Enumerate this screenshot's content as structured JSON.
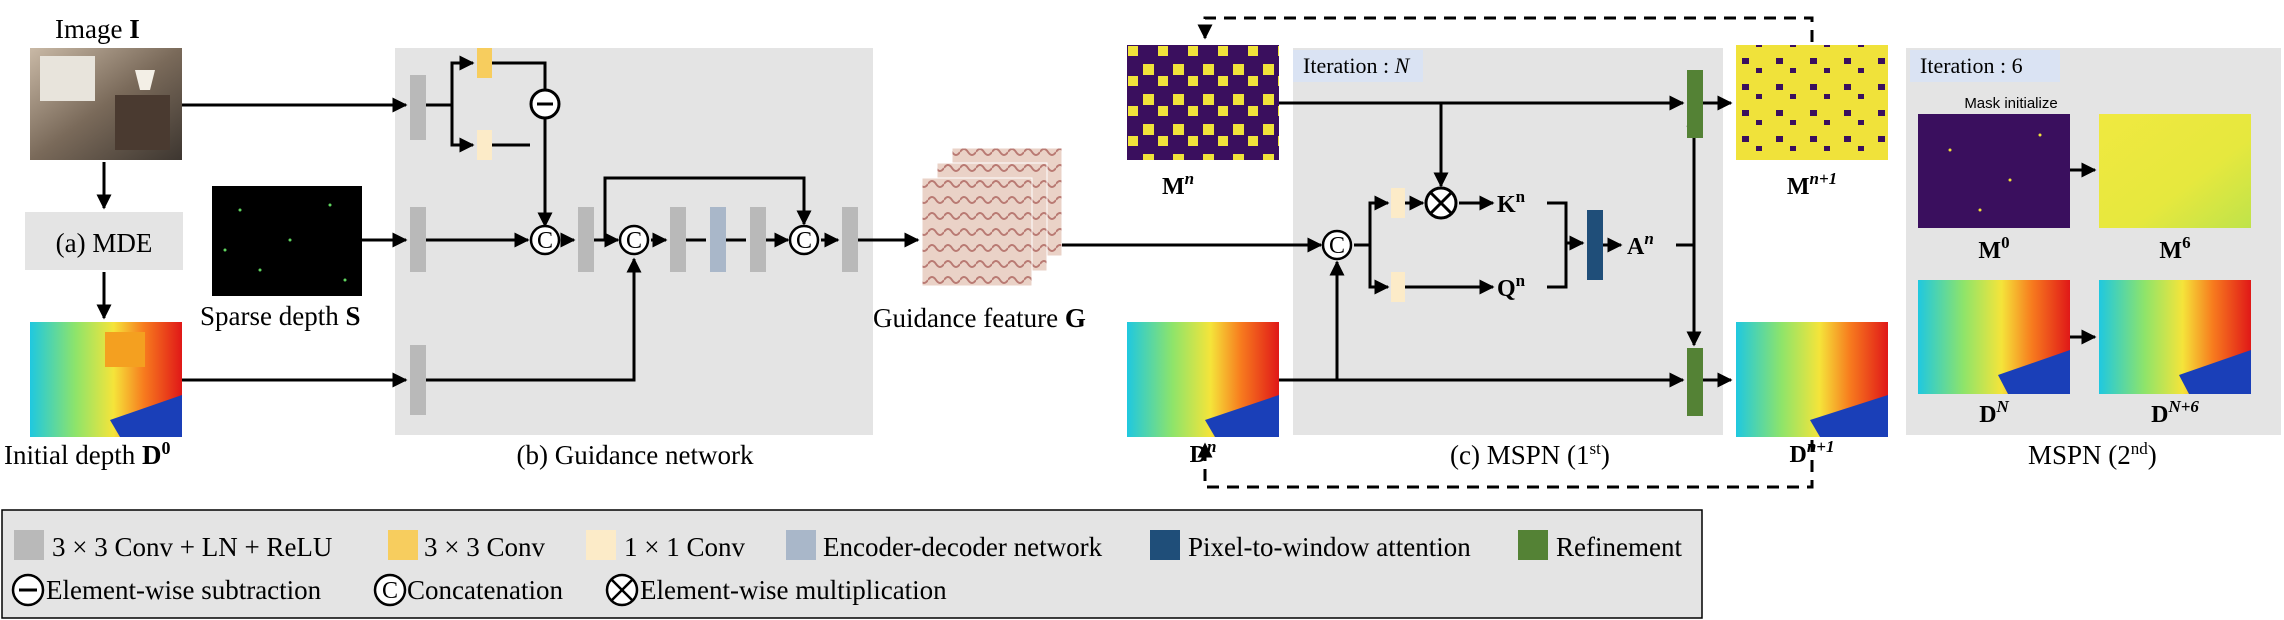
{
  "labels": {
    "image": "Image",
    "image_sym": "I",
    "mde": "(a) MDE",
    "initial_depth": "Initial depth",
    "initial_depth_sym": "D",
    "initial_depth_sup": "0",
    "sparse_depth": "Sparse depth",
    "sparse_depth_sym": "S",
    "guidance_network": "(b) Guidance network",
    "guidance_feature": "Guidance feature",
    "guidance_feature_sym": "G",
    "mspn1": "(c) MSPN  (1",
    "mspn1_sup": "st",
    "mspn1_close": ")",
    "mspn2": "MSPN (2",
    "mspn2_sup": "nd",
    "mspn2_close": ")",
    "iteration_n": "Iteration : ",
    "iteration_n_var": "N",
    "iteration_6": "Iteration : 6",
    "mask_initialize": "Mask initialize",
    "concat_symbol": "C",
    "mn": "M",
    "mn_sup": "n",
    "mn1": "M",
    "mn1_sup": "n+1",
    "dn": "D",
    "dn_sup": "n",
    "dn1": "D",
    "dn1_sup": "n+1",
    "kn": "K",
    "kn_sup": "n",
    "qn": "Q",
    "qn_sup": "n",
    "an": "A",
    "an_sup": "n",
    "m0": "M",
    "m0_sup": "0",
    "m6": "M",
    "m6_sup": "6",
    "dN": "D",
    "dN_sup": "N",
    "dN6": "D",
    "dN6_sup": "N+6"
  },
  "legend": {
    "row1": [
      {
        "label": "3 × 3 Conv + LN + ReLU",
        "color": "#b9b9b9"
      },
      {
        "label": "3 × 3 Conv",
        "color": "#f7cd5e"
      },
      {
        "label": "1 × 1 Conv",
        "color": "#fcebc8"
      },
      {
        "label": "Encoder-decoder network",
        "color": "#a9b7c9"
      },
      {
        "label": "Pixel-to-window attention",
        "color": "#1f4e79"
      },
      {
        "label": "Refinement",
        "color": "#548235"
      }
    ],
    "row2": [
      {
        "label": "Element-wise subtraction",
        "icon": "minus-circle"
      },
      {
        "label": "Concatenation",
        "icon": "concat-circle"
      },
      {
        "label": "Element-wise multiplication",
        "icon": "times-circle"
      }
    ]
  },
  "colors": {
    "panel": "#e4e4e4",
    "iteration_tag": "#dae3f3",
    "conv_ln_relu": "#b9b9b9",
    "conv3": "#f7cd5e",
    "conv1": "#fcebc8",
    "encdec": "#a9b7c9",
    "attention": "#1f4e79",
    "refinement": "#548235"
  }
}
